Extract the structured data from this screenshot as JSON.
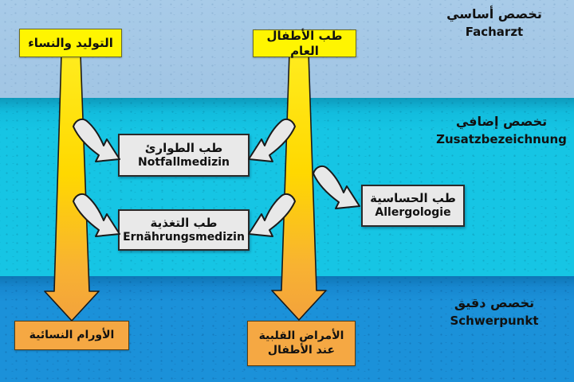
{
  "diagram_type": "medical-specialty-flow",
  "levels": [
    {
      "id": "facharzt",
      "label_ar": "تخصص أساسي",
      "label_de": "Facharzt"
    },
    {
      "id": "zusatz",
      "label_ar": "تخصص إضافي",
      "label_de": "Zusatzbezeichnung"
    },
    {
      "id": "schwerpunkt",
      "label_ar": "تخصص دقيق",
      "label_de": "Schwerpunkt"
    }
  ],
  "primary_specialties": [
    {
      "id": "obgyn",
      "label_ar": "التوليد والنساء"
    },
    {
      "id": "pediatrics",
      "label_ar": "طب الأطفال العام"
    }
  ],
  "additional_specialties": [
    {
      "id": "notfallmedizin",
      "label_ar": "طب الطوارئ",
      "label_de": "Notfallmedizin"
    },
    {
      "id": "ernaehrungsmedizin",
      "label_ar": "طب التغذية",
      "label_de": "Ernährungsmedizin"
    },
    {
      "id": "allergologie",
      "label_ar": "طب الحساسية",
      "label_de": "Allergologie"
    }
  ],
  "focus_specialties": [
    {
      "id": "gyn-oncology",
      "lines": [
        "الأورام النسائية"
      ]
    },
    {
      "id": "ped-cardiology",
      "lines": [
        "الأمراض القلبية",
        "عند الأطفال"
      ]
    }
  ],
  "colors": {
    "band_facharzt": "#a8cbe8",
    "band_zusatz": "#16c5e4",
    "band_schwerpunkt": "#1b91d9",
    "primary_box": "#fff501",
    "additional_box": "#e9e9e9",
    "focus_box": "#f5a843",
    "curved_arrow": "#e8e8e8",
    "arrow_top": "#ffec1e",
    "arrow_bottom": "#f3a23c"
  }
}
